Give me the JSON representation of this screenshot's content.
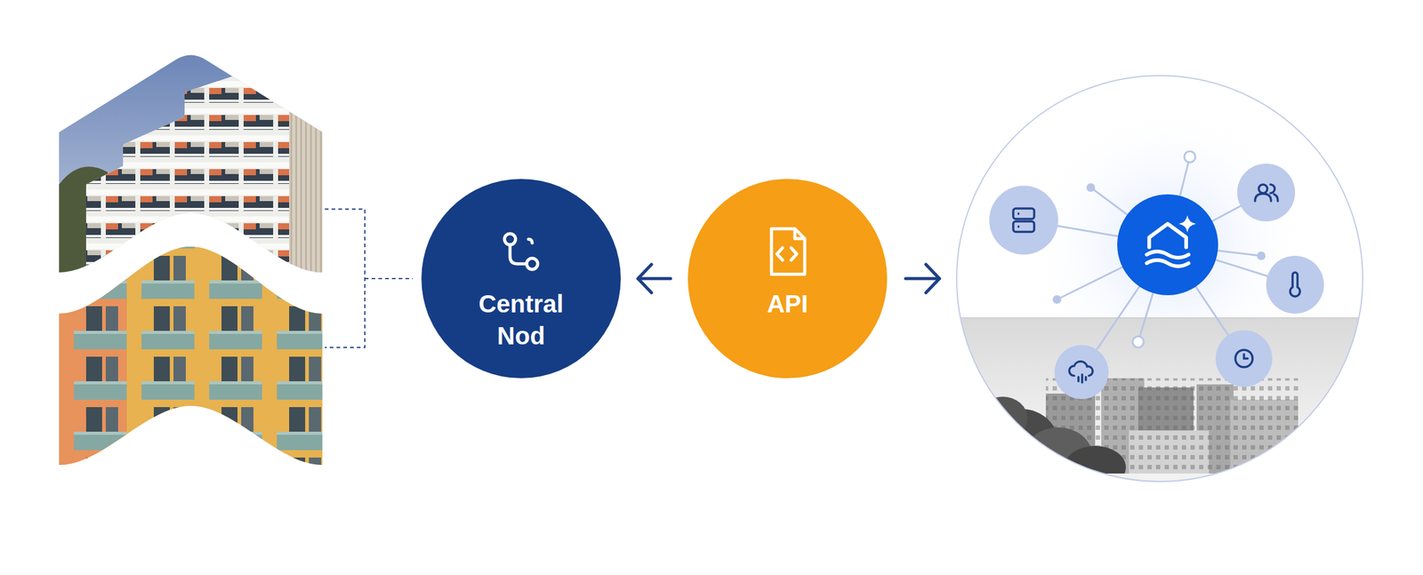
{
  "diagram": {
    "nodes": [
      {
        "text": [
          "Central Nod"
        ]
      },
      {
        "text": [
          "API"
        ]
      }
    ],
    "edges": [
      {
        "from": 1,
        "to": 0,
        "arrow": "to"
      }
    ]
  }
}
